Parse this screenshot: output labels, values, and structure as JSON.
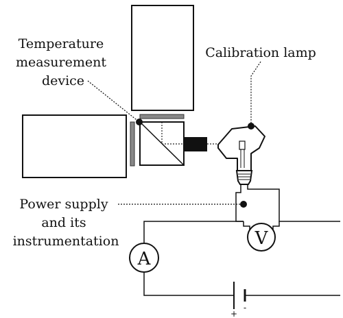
{
  "labels": {
    "temperature": [
      "Temperature",
      "measurement",
      "device"
    ],
    "calibration": "Calibration lamp",
    "power": [
      "Power supply",
      "and its",
      "instrumentation"
    ]
  },
  "meters": {
    "voltmeter": "V",
    "ammeter": "A"
  },
  "battery": {
    "plus": "+",
    "minus": "-"
  }
}
